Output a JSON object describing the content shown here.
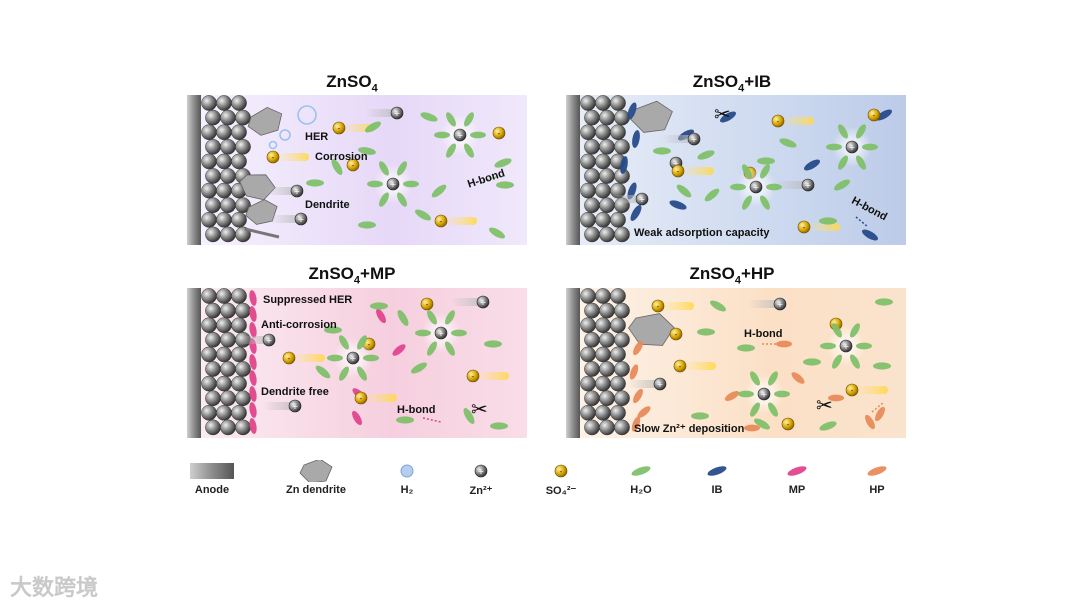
{
  "panels": {
    "p1": {
      "title": "ZnSO4",
      "labels": {
        "her": "HER",
        "corrosion": "Corrosion",
        "dendrite": "Dendrite",
        "hbond": "H-bond"
      }
    },
    "p2": {
      "title": "ZnSO4+IB",
      "labels": {
        "hbond": "H-bond",
        "weak": "Weak adsorption capacity"
      }
    },
    "p3": {
      "title": "ZnSO4+MP",
      "labels": {
        "her": "Suppressed HER",
        "corrosion": "Anti-corrosion",
        "dendrite": "Dendrite free",
        "hbond": "H-bond"
      }
    },
    "p4": {
      "title": "ZnSO4+HP",
      "labels": {
        "hbond": "H-bond",
        "slow": "Slow Zn²⁺ deposition"
      }
    }
  },
  "legend": [
    {
      "icon": "anode-icon",
      "label": "Anode"
    },
    {
      "icon": "zn-dendrite-icon",
      "label": "Zn dendrite"
    },
    {
      "icon": "h2-icon",
      "label": "H₂"
    },
    {
      "icon": "zn-ion-icon",
      "label": "Zn²⁺"
    },
    {
      "icon": "sulfate-icon",
      "label": "SO₄²⁻"
    },
    {
      "icon": "water-icon",
      "label": "H₂O"
    },
    {
      "icon": "ib-icon",
      "label": "IB"
    },
    {
      "icon": "mp-icon",
      "label": "MP"
    },
    {
      "icon": "hp-icon",
      "label": "HP"
    }
  ],
  "watermark": "大数跨境",
  "colors": {
    "water": "#7fc06a",
    "ib": "#274b8a",
    "mp": "#e0458d",
    "hp": "#e98a5a",
    "sulfate": "#d9a800",
    "zn": "#555555"
  }
}
